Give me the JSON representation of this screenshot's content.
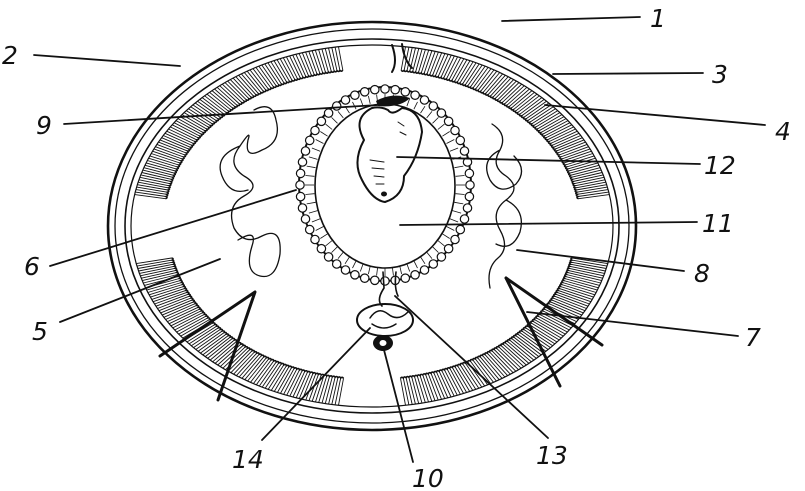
{
  "diagram": {
    "colors": {
      "ink": "#111111",
      "paper": "#ffffff"
    },
    "labels": [
      {
        "id": "1",
        "text": "1"
      },
      {
        "id": "2",
        "text": "2"
      },
      {
        "id": "3",
        "text": "3"
      },
      {
        "id": "4",
        "text": "4"
      },
      {
        "id": "5",
        "text": "5"
      },
      {
        "id": "6",
        "text": "6"
      },
      {
        "id": "7",
        "text": "7"
      },
      {
        "id": "8",
        "text": "8"
      },
      {
        "id": "9",
        "text": "9"
      },
      {
        "id": "10",
        "text": "10"
      },
      {
        "id": "11",
        "text": "11"
      },
      {
        "id": "12",
        "text": "12"
      },
      {
        "id": "13",
        "text": "13"
      },
      {
        "id": "14",
        "text": "14"
      }
    ]
  }
}
